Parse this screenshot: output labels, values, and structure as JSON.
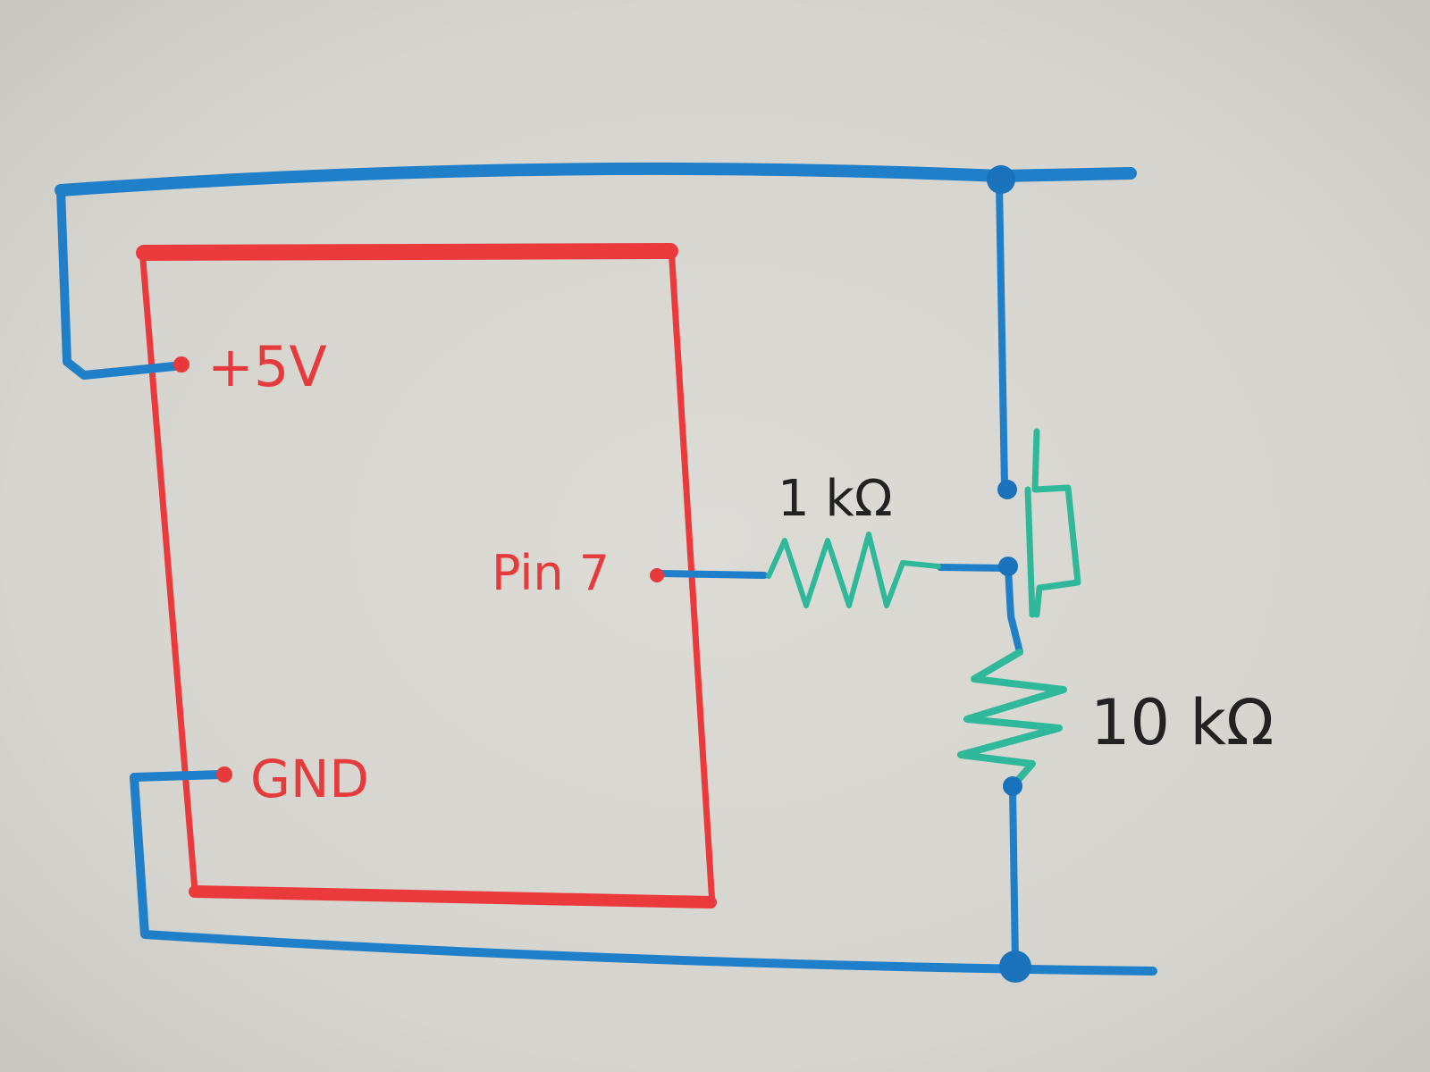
{
  "labels": {
    "supply": "+5V",
    "ground": "GND",
    "pin": "Pin 7",
    "resistor_1": "1 kΩ",
    "resistor_2": "10 kΩ"
  },
  "colors": {
    "whiteboard": "#d8d6d0",
    "blue_wire": "#1f7fc8",
    "red_board": "#ea3a3c",
    "teal_component": "#2fb99a",
    "black_text": "#222222"
  }
}
